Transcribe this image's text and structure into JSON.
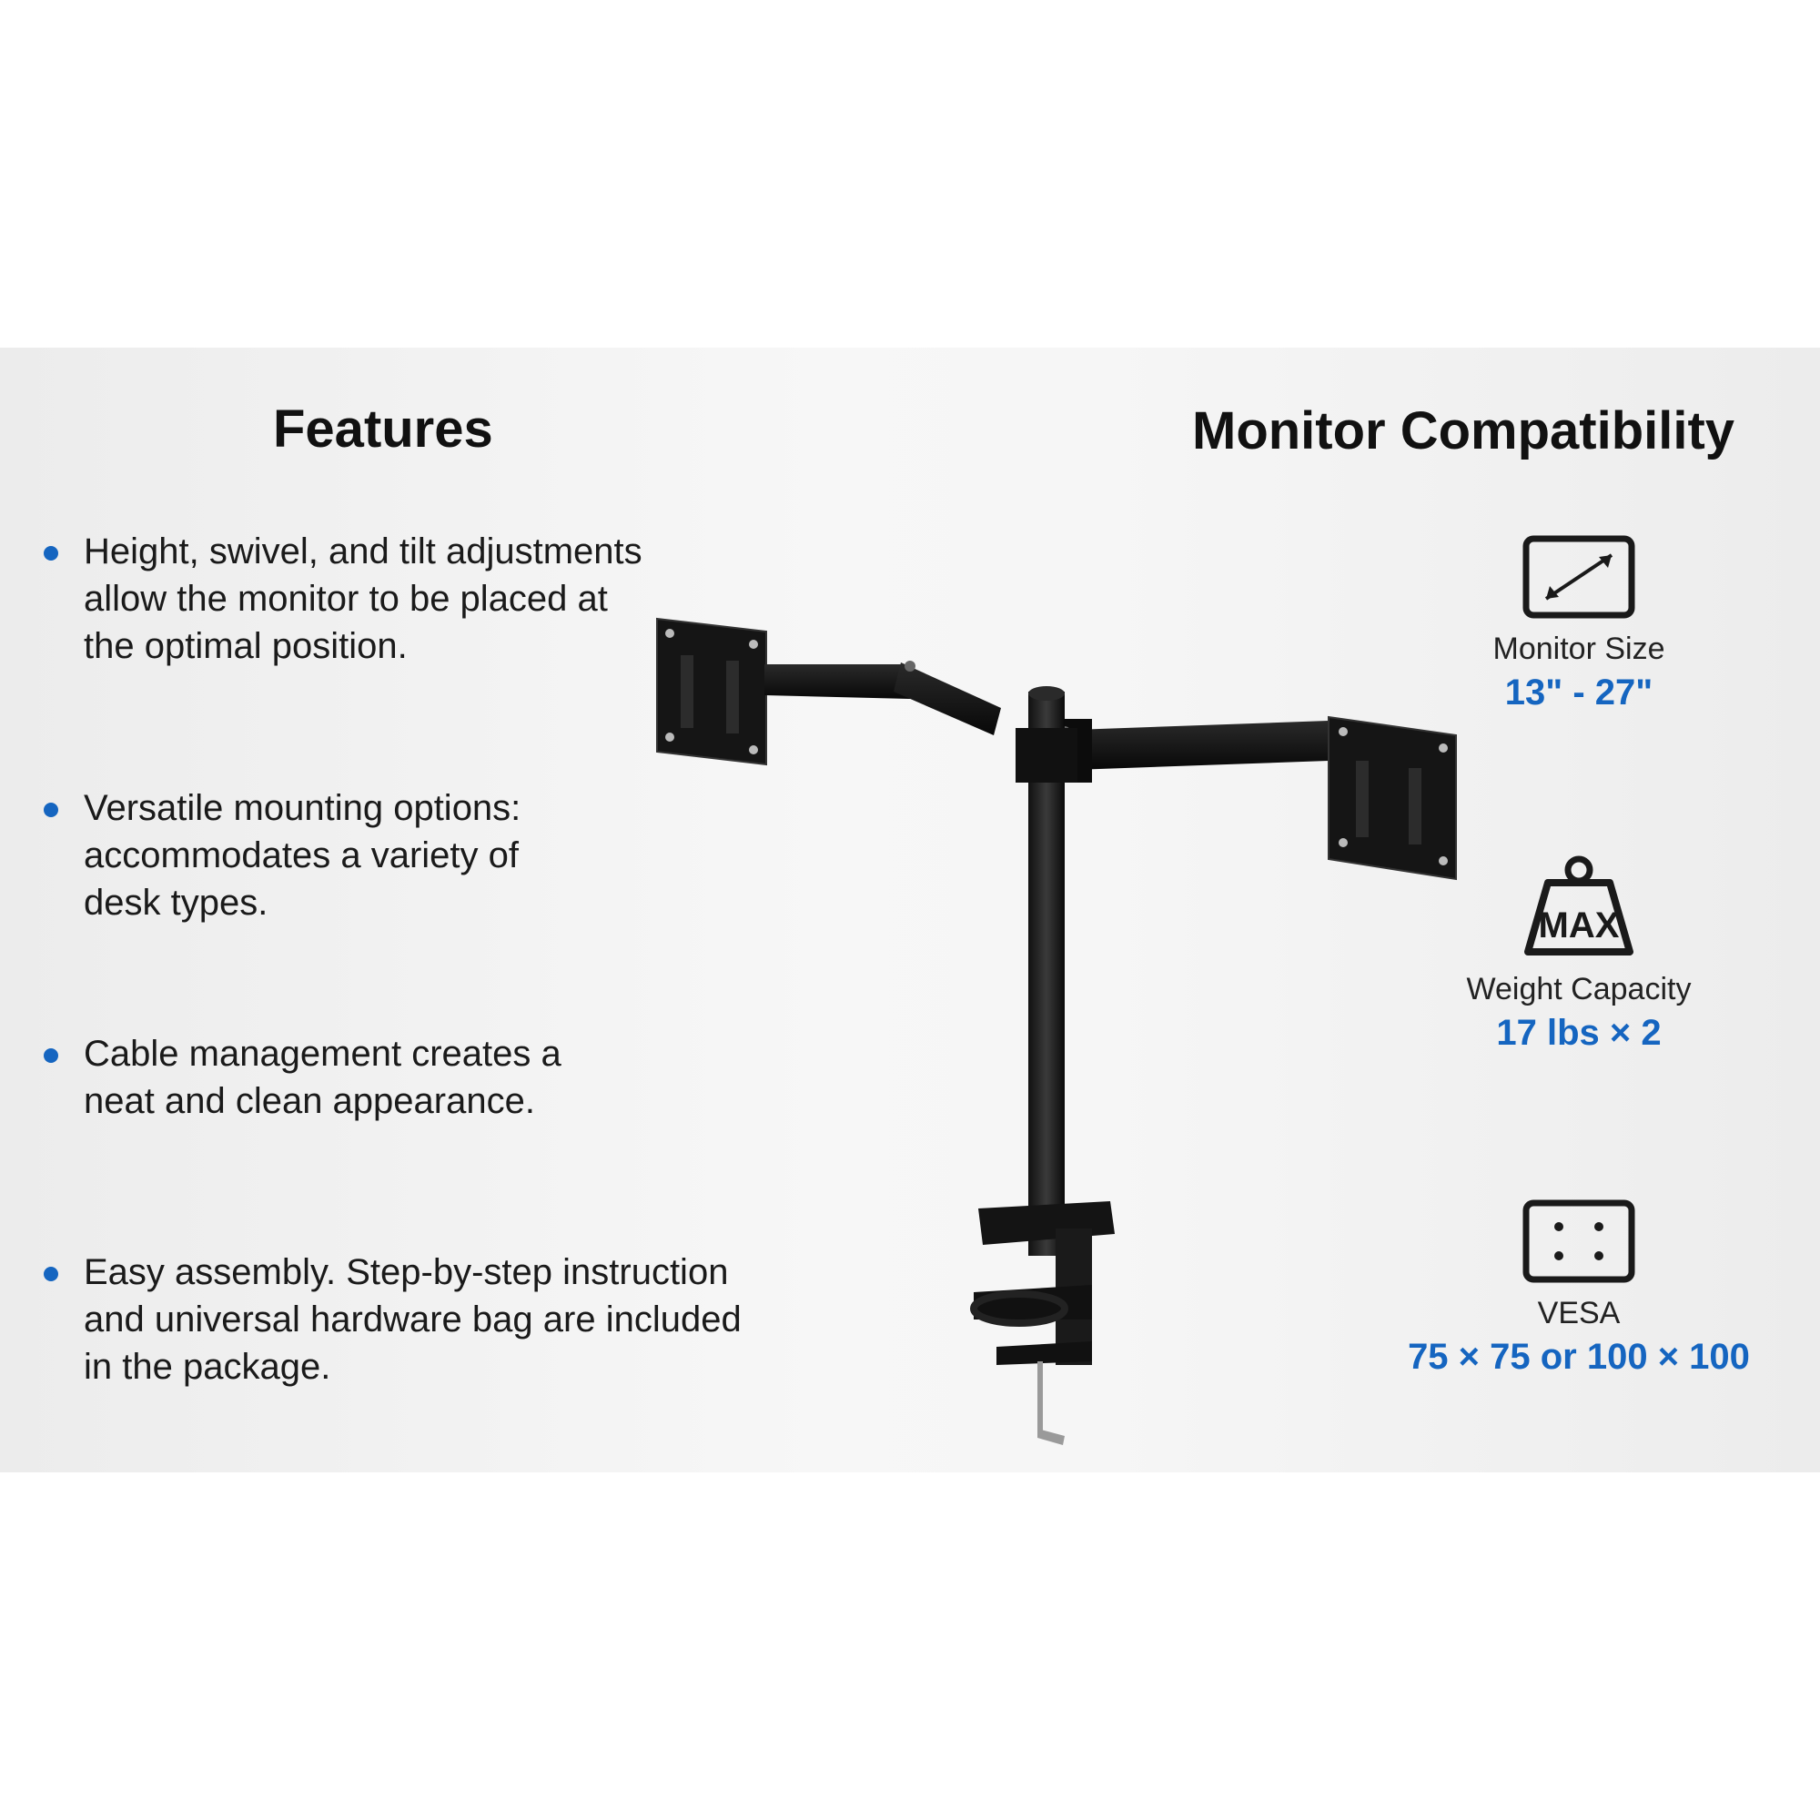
{
  "features": {
    "heading": "Features",
    "items": [
      "Height, swivel, and tilt adjustments\nallow the monitor to be placed at\nthe optimal position.",
      "Versatile mounting options:\naccommodates a variety of\ndesk types.",
      "Cable management creates a\nneat and clean appearance.",
      "Easy assembly. Step-by-step instruction\nand universal hardware bag are included\nin the package."
    ]
  },
  "compatibility": {
    "heading": "Monitor Compatibility",
    "specs": [
      {
        "icon": "monitor-size-icon",
        "label": "Monitor Size",
        "value": "13\" - 27\""
      },
      {
        "icon": "max-weight-icon",
        "icon_text": "MAX",
        "label": "Weight Capacity",
        "value": "17 lbs × 2"
      },
      {
        "icon": "vesa-pattern-icon",
        "label": "VESA",
        "value": "75 × 75 or 100 × 100"
      }
    ]
  },
  "colors": {
    "accent": "#1565c0",
    "text": "#111111",
    "panel": "#f2f2f2"
  }
}
